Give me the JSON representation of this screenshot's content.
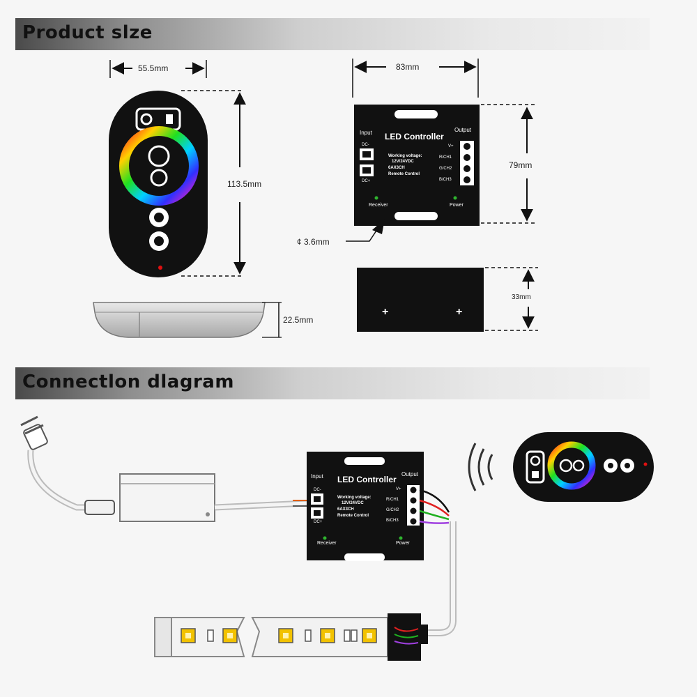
{
  "sections": {
    "product_size": "Product slze",
    "connection": "Connectlon dlagram"
  },
  "dimensions": {
    "remote_width": "55.5mm",
    "remote_height": "113.5mm",
    "remote_depth": "22.5mm",
    "controller_width": "83mm",
    "controller_height": "79mm",
    "controller_depth": "33mm",
    "hole_diameter": "¢ 3.6mm"
  },
  "controller": {
    "title": "LED Controller",
    "input": "Input",
    "output": "Output",
    "dc_minus": "DC-",
    "dc_plus": "DC+",
    "spec1": "Working voltage:",
    "spec2": "12V/24VDC",
    "spec3": "6AX3CH",
    "spec4": "Remote Control",
    "ch_v": "V+",
    "ch_r": "R/CH1",
    "ch_g": "G/CH2",
    "ch_b": "B/CH3",
    "receiver": "Receiver",
    "power": "Power"
  },
  "colors": {
    "device_body": "#111111",
    "panel_gray": "#dcdcdc",
    "led_yellow": "#f2c200"
  }
}
